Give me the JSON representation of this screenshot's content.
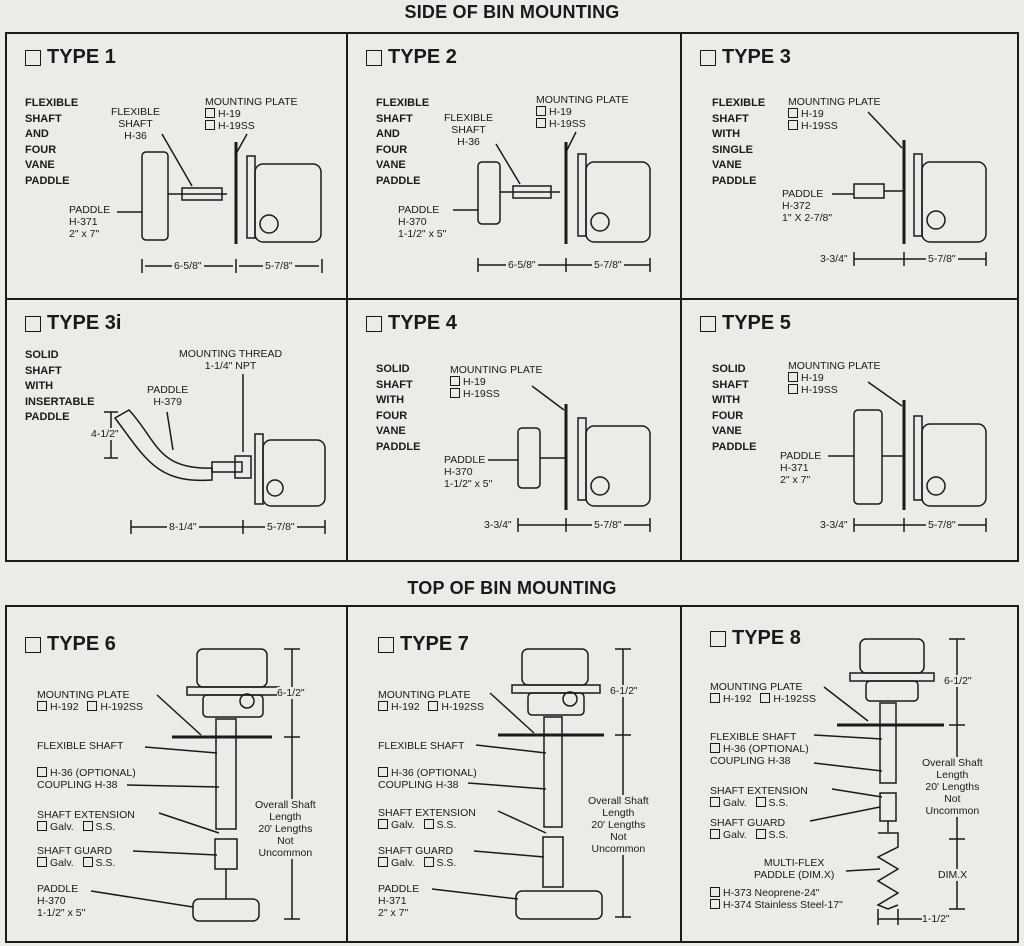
{
  "side_title": "SIDE OF BIN MOUNTING",
  "top_title": "TOP OF BIN MOUNTING",
  "type1": {
    "title": "TYPE 1",
    "desc": [
      "FLEXIBLE",
      "SHAFT",
      "AND",
      "FOUR",
      "VANE",
      "PADDLE"
    ],
    "shaft_label": [
      "FLEXIBLE",
      "SHAFT",
      "H-36"
    ],
    "plate_label": "MOUNTING PLATE",
    "plate_opts": [
      "H-19",
      "H-19SS"
    ],
    "paddle": [
      "PADDLE",
      "H-371",
      "2\" x 7\""
    ],
    "dim1": "6-5/8\"",
    "dim2": "5-7/8\""
  },
  "type2": {
    "title": "TYPE 2",
    "desc": [
      "FLEXIBLE",
      "SHAFT",
      "AND",
      "FOUR",
      "VANE",
      "PADDLE"
    ],
    "shaft_label": [
      "FLEXIBLE",
      "SHAFT",
      "H-36"
    ],
    "plate_label": "MOUNTING PLATE",
    "plate_opts": [
      "H-19",
      "H-19SS"
    ],
    "paddle": [
      "PADDLE",
      "H-370",
      "1-1/2\" x 5\""
    ],
    "dim1": "6-5/8\"",
    "dim2": "5-7/8\""
  },
  "type3": {
    "title": "TYPE 3",
    "desc": [
      "FLEXIBLE",
      "SHAFT",
      "WITH",
      "SINGLE",
      "VANE",
      "PADDLE"
    ],
    "plate_label": "MOUNTING PLATE",
    "plate_opts": [
      "H-19",
      "H-19SS"
    ],
    "paddle": [
      "PADDLE",
      "H-372",
      "1\" X 2-7/8\""
    ],
    "dim1": "3-3/4\"",
    "dim2": "5-7/8\""
  },
  "type3i": {
    "title": "TYPE 3i",
    "desc": [
      "SOLID",
      "SHAFT",
      "WITH",
      "INSERTABLE",
      "PADDLE"
    ],
    "thread_label": [
      "MOUNTING THREAD",
      "1-1/4\" NPT"
    ],
    "paddle": [
      "PADDLE",
      "H-379"
    ],
    "dim_v": "4-1/2\"",
    "dim1": "8-1/4\"",
    "dim2": "5-7/8\""
  },
  "type4": {
    "title": "TYPE 4",
    "desc": [
      "SOLID",
      "SHAFT",
      "WITH",
      "FOUR",
      "VANE",
      "PADDLE"
    ],
    "plate_label": "MOUNTING PLATE",
    "plate_opts": [
      "H-19",
      "H-19SS"
    ],
    "paddle": [
      "PADDLE",
      "H-370",
      "1-1/2\" x 5\""
    ],
    "dim1": "3-3/4\"",
    "dim2": "5-7/8\""
  },
  "type5": {
    "title": "TYPE 5",
    "desc": [
      "SOLID",
      "SHAFT",
      "WITH",
      "FOUR",
      "VANE",
      "PADDLE"
    ],
    "plate_label": "MOUNTING PLATE",
    "plate_opts": [
      "H-19",
      "H-19SS"
    ],
    "paddle": [
      "PADDLE",
      "H-371",
      "2\" x 7\""
    ],
    "dim1": "3-3/4\"",
    "dim2": "5-7/8\""
  },
  "type6": {
    "title": "TYPE 6",
    "plate_label": "MOUNTING PLATE",
    "plate_opts": [
      "H-192",
      "H-192SS"
    ],
    "flex_label": "FLEXIBLE SHAFT",
    "flex_opt": "H-36 (OPTIONAL)",
    "coupling": "COUPLING H-38",
    "ext_label": "SHAFT EXTENSION",
    "ext_opts": [
      "Galv.",
      "S.S."
    ],
    "guard_label": "SHAFT GUARD",
    "guard_opts": [
      "Galv.",
      "S.S."
    ],
    "paddle": [
      "PADDLE",
      "H-370",
      "1-1/2\" x 5\""
    ],
    "dim_top": "6-1/2\"",
    "overall": [
      "Overall Shaft",
      "Length",
      "20' Lengths",
      "Not",
      "Uncommon"
    ]
  },
  "type7": {
    "title": "TYPE 7",
    "plate_label": "MOUNTING PLATE",
    "plate_opts": [
      "H-192",
      "H-192SS"
    ],
    "flex_label": "FLEXIBLE SHAFT",
    "flex_opt": "H-36 (OPTIONAL)",
    "coupling": "COUPLING H-38",
    "ext_label": "SHAFT EXTENSION",
    "ext_opts": [
      "Galv.",
      "S.S."
    ],
    "guard_label": "SHAFT GUARD",
    "guard_opts": [
      "Galv.",
      "S.S."
    ],
    "paddle": [
      "PADDLE",
      "H-371",
      "2\" x 7\""
    ],
    "dim_top": "6-1/2\"",
    "overall": [
      "Overall Shaft",
      "Length",
      "20' Lengths",
      "Not",
      "Uncommon"
    ]
  },
  "type8": {
    "title": "TYPE 8",
    "plate_label": "MOUNTING PLATE",
    "plate_opts": [
      "H-192",
      "H-192SS"
    ],
    "flex_label": "FLEXIBLE SHAFT",
    "flex_opt": "H-36 (OPTIONAL)",
    "coupling": "COUPLING H-38",
    "ext_label": "SHAFT EXTENSION",
    "ext_opts": [
      "Galv.",
      "S.S."
    ],
    "guard_label": "SHAFT GUARD",
    "guard_opts": [
      "Galv.",
      "S.S."
    ],
    "multiflex": [
      "MULTI-FLEX",
      "PADDLE (DIM.X)"
    ],
    "paddle_opts": [
      "H-373 Neoprene-24\"",
      "H-374 Stainless Steel-17\""
    ],
    "dim_top": "6-1/2\"",
    "dim_x": "DIM.X",
    "dim_bottom": "1-1/2\"",
    "overall": [
      "Overall Shaft",
      "Length",
      "20' Lengths",
      "Not",
      "Uncommon"
    ]
  }
}
